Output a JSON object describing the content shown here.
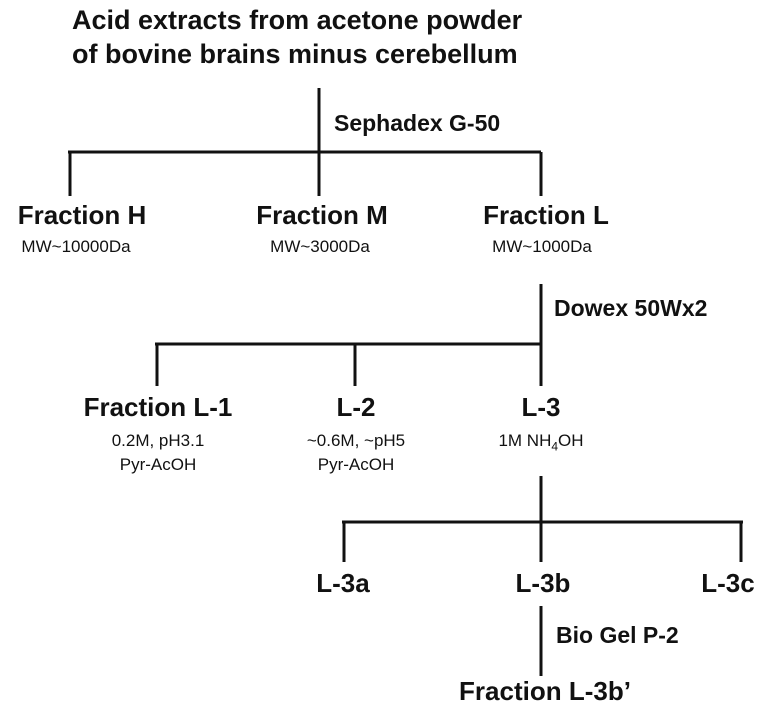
{
  "start": {
    "line1": "Acid extracts from acetone powder",
    "line2": "of bovine brains minus cerebellum"
  },
  "steps": {
    "step1": "Sephadex G-50",
    "step2": "Dowex 50Wx2",
    "step3": "Bio Gel P-2"
  },
  "level1": {
    "h": {
      "name": "Fraction H",
      "mw": "MW~10000Da"
    },
    "m": {
      "name": "Fraction M",
      "mw": "MW~3000Da"
    },
    "l": {
      "name": "Fraction L",
      "mw": "MW~1000Da"
    }
  },
  "level2": {
    "l1": {
      "name": "Fraction L-1",
      "cond1": "0.2M, pH3.1",
      "cond2": "Pyr-AcOH"
    },
    "l2": {
      "name": "L-2",
      "cond1": "~0.6M, ~pH5",
      "cond2": "Pyr-AcOH"
    },
    "l3": {
      "name": "L-3",
      "cond_pre": "1M NH",
      "cond_sub": "4",
      "cond_post": "OH"
    }
  },
  "level3": {
    "a": "L-3a",
    "b": "L-3b",
    "c": "L-3c"
  },
  "final": "Fraction L-3b’",
  "colors": {
    "line": "#111111",
    "text": "#111111"
  }
}
